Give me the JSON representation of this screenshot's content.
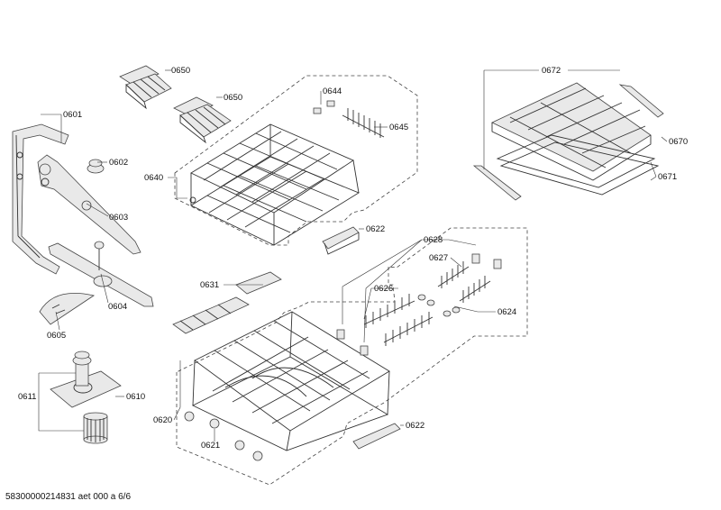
{
  "diagram": {
    "parts": [
      {
        "id": "p0601",
        "label": "0601"
      },
      {
        "id": "p0602",
        "label": "0602"
      },
      {
        "id": "p0603",
        "label": "0603"
      },
      {
        "id": "p0604",
        "label": "0604"
      },
      {
        "id": "p0605",
        "label": "0605"
      },
      {
        "id": "p0610",
        "label": "0610"
      },
      {
        "id": "p0611",
        "label": "0611"
      },
      {
        "id": "p0620",
        "label": "0620"
      },
      {
        "id": "p0621",
        "label": "0621"
      },
      {
        "id": "p0622a",
        "label": "0622"
      },
      {
        "id": "p0622b",
        "label": "0622"
      },
      {
        "id": "p0624",
        "label": "0624"
      },
      {
        "id": "p0626",
        "label": "0626"
      },
      {
        "id": "p0627",
        "label": "0627"
      },
      {
        "id": "p0628",
        "label": "0628"
      },
      {
        "id": "p0631",
        "label": "0631"
      },
      {
        "id": "p0640",
        "label": "0640"
      },
      {
        "id": "p0644",
        "label": "0644"
      },
      {
        "id": "p0645",
        "label": "0645"
      },
      {
        "id": "p0650a",
        "label": "0650"
      },
      {
        "id": "p0650b",
        "label": "0650"
      },
      {
        "id": "p0670",
        "label": "0670"
      },
      {
        "id": "p0671",
        "label": "0671"
      },
      {
        "id": "p0672",
        "label": "0672"
      }
    ]
  },
  "footer": {
    "text": "58300000214831 aet 000 a 6/6"
  }
}
